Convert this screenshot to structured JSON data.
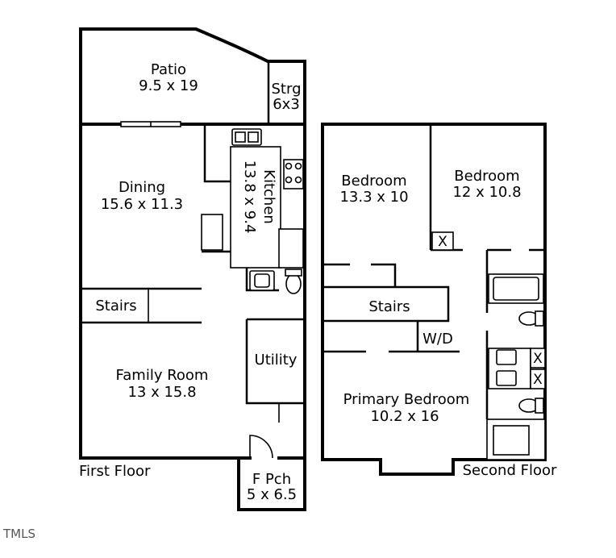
{
  "floors": {
    "first": {
      "label": "First Floor",
      "rooms": {
        "patio": {
          "name": "Patio",
          "dims": "9.5 x 19"
        },
        "storage": {
          "name": "Strg",
          "dims": "6x3"
        },
        "dining": {
          "name": "Dining",
          "dims": "15.6 x 11.3"
        },
        "kitchen": {
          "name": "Kitchen",
          "dims": "13.8 x 9.4"
        },
        "stairs": {
          "name": "Stairs"
        },
        "utility": {
          "name": "Utility"
        },
        "family_room": {
          "name": "Family Room",
          "dims": "13 x 15.8"
        },
        "front_porch": {
          "name": "F Pch",
          "dims": "5 x 6.5"
        }
      }
    },
    "second": {
      "label": "Second Floor",
      "rooms": {
        "bedroom_left": {
          "name": "Bedroom",
          "dims": "13.3 x 10"
        },
        "bedroom_right": {
          "name": "Bedroom",
          "dims": "12 x 10.8"
        },
        "stairs": {
          "name": "Stairs"
        },
        "laundry": {
          "name": "W/D"
        },
        "primary_bedroom": {
          "name": "Primary Bedroom",
          "dims": "10.2 x 16"
        },
        "closet_marker": "X"
      }
    }
  },
  "watermark": "TMLS"
}
